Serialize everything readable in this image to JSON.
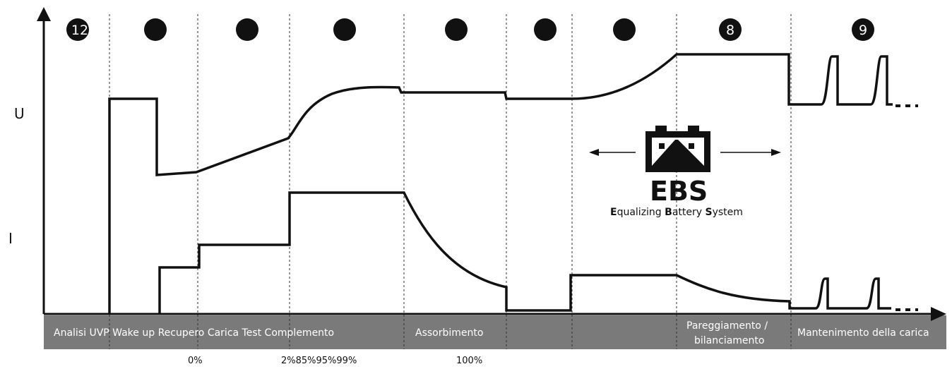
{
  "axis": {
    "voltage_label": "U",
    "current_label": "I"
  },
  "stage_markers": [
    "12",
    "",
    "",
    "",
    "",
    "",
    "",
    "8",
    "9"
  ],
  "stages": {
    "band_1": "Analisi UVP Wake up Recupero Carica Test Complemento",
    "band_2": "Assorbimento",
    "band_3_line1": "Pareggiamento /",
    "band_3_line2": "bilanciamento",
    "band_4": "Mantenimento della carica"
  },
  "percentages": {
    "p0": "0%",
    "p1": "2%85%95%99%",
    "p2": "100%"
  },
  "ebs": {
    "title": "EBS",
    "subtitle_parts": [
      "E",
      "qualizing ",
      "B",
      "attery ",
      "S",
      "ystem"
    ]
  },
  "colors": {
    "band": "#7a7a7a",
    "stroke": "#111111",
    "marker": "#111111"
  }
}
